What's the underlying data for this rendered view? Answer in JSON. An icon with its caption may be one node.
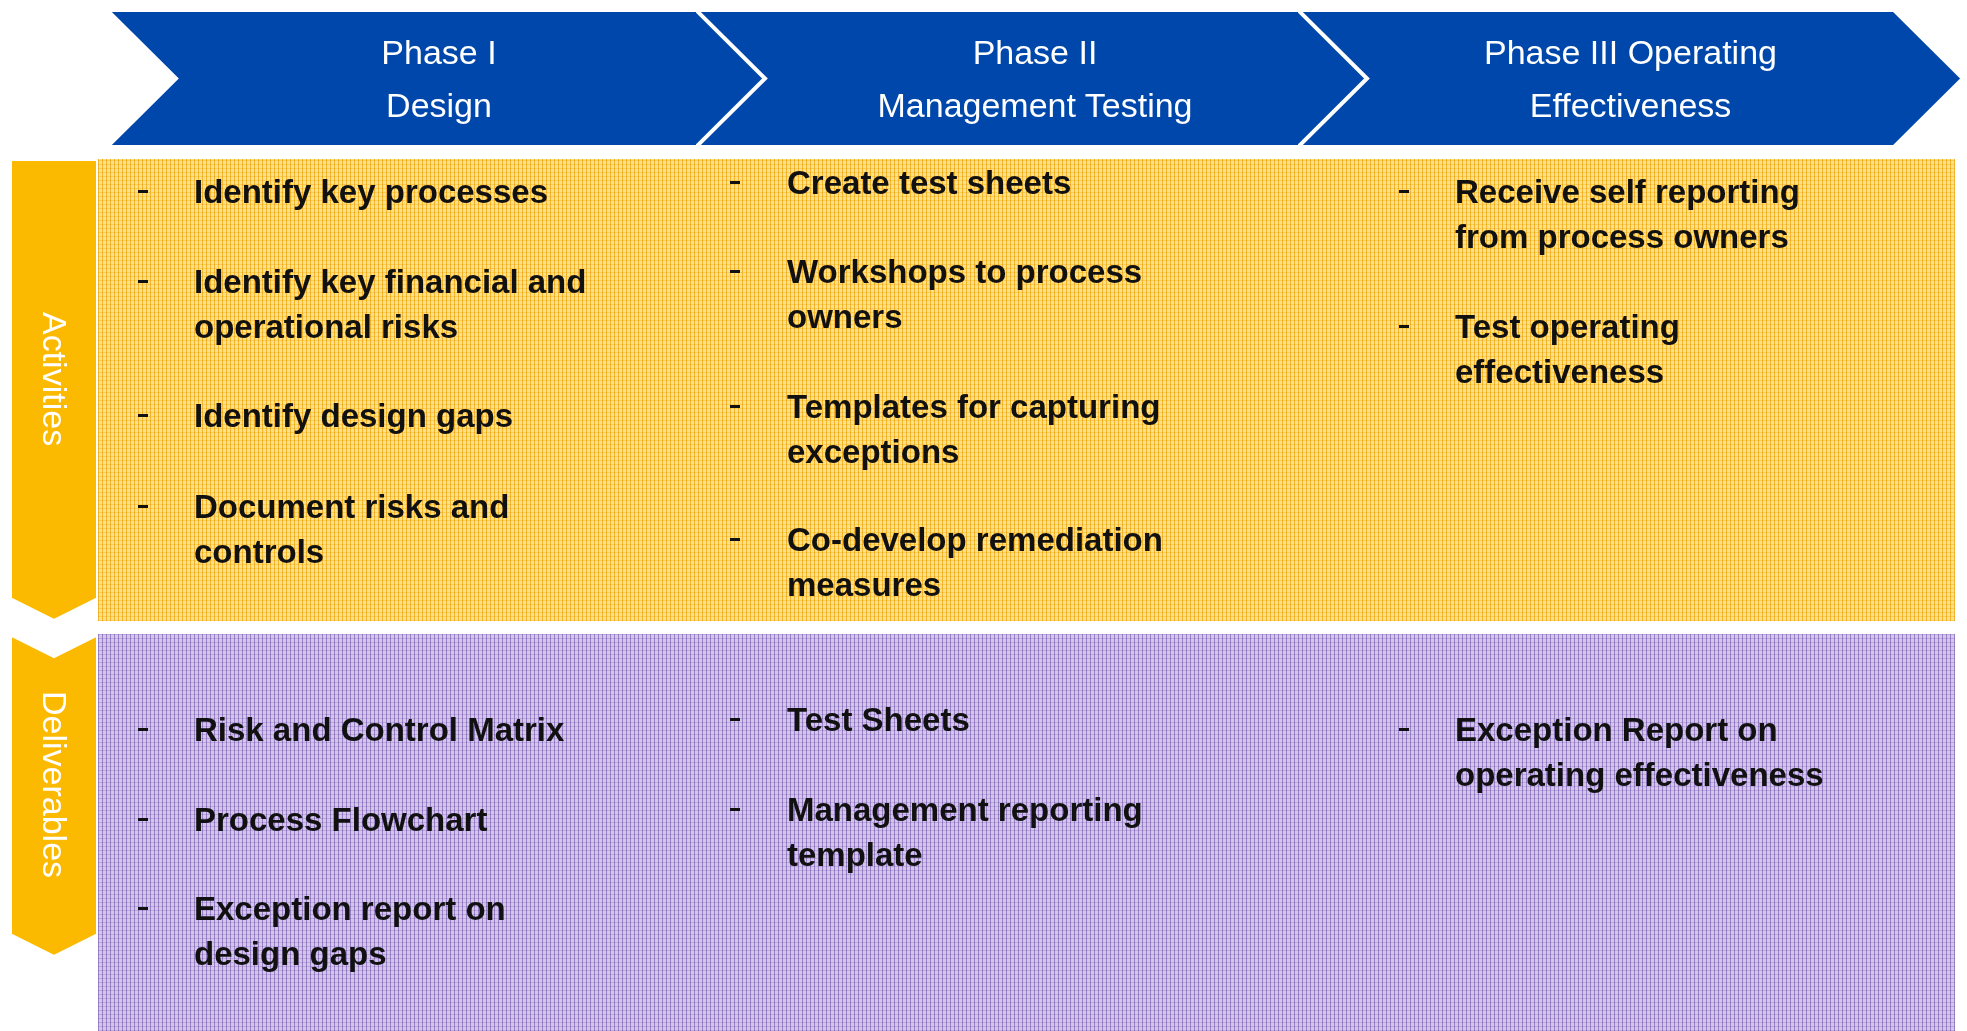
{
  "diagram": {
    "nodes": [
      {
        "text": [
          "Phase I",
          "Design"
        ]
      },
      {
        "text": [
          "Phase II",
          "Management Testing"
        ]
      },
      {
        "text": [
          "Phase III Operating Effectiveness"
        ]
      },
      {
        "text": [
          "Activities"
        ]
      },
      {
        "text": [
          "Deliverables"
        ]
      },
      {
        "text": [
          "Identify key processes",
          "Identify key financial and operational risks",
          "Identify design gaps",
          "Document risks and controls",
          "Create test sheets",
          "Workshops to process owners",
          "Templates for capturing exceptions",
          "Co-develop remediation measures",
          "Receive self reporting from process owners",
          "Test operating effectiveness"
        ]
      },
      {
        "text": [
          "Risk and Control Matrix",
          "Process Flowchart",
          "Exception report on design gaps",
          "Test Sheets",
          "Management reporting template",
          "Exception Report on operating effectiveness"
        ]
      }
    ]
  }
}
